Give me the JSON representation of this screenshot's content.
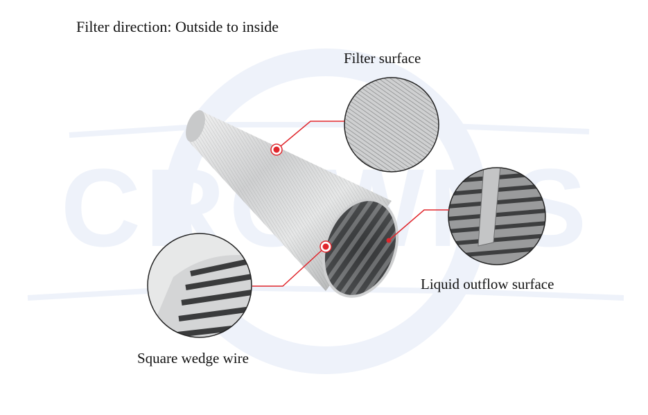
{
  "title": "Filter direction: Outside to inside",
  "callouts": {
    "filter_surface": "Filter surface",
    "liquid_outflow_surface": "Liquid outflow surface",
    "square_wedge_wire": "Square wedge wire"
  },
  "watermark": {
    "text": "CROWNS",
    "color": "#eef2fa"
  },
  "colors": {
    "leader_line": "#e0262c",
    "metal_light": "#d9dadb",
    "metal_dark": "#6f7172"
  }
}
